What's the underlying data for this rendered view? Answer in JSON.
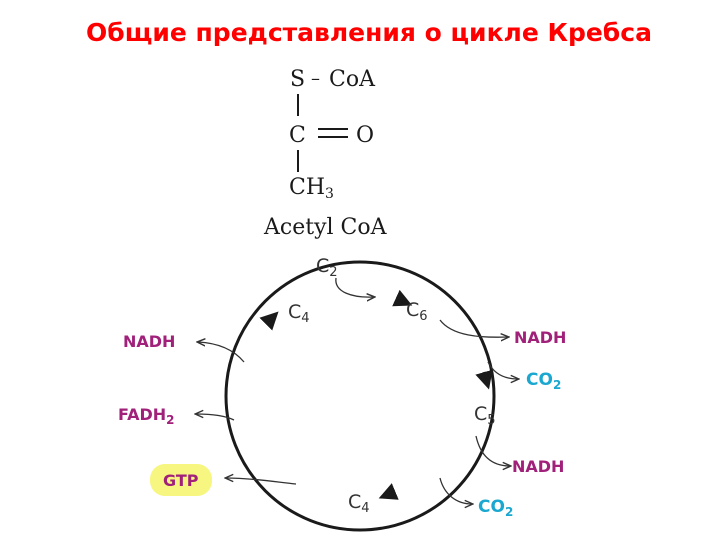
{
  "title": "Общие представления о цикле Кребса",
  "molecule": {
    "sulfur": "S",
    "dash": "–",
    "coa": "CoA",
    "carbon": "C",
    "oxygen": "O",
    "methyl_c": "CH",
    "methyl_sub": "3",
    "name": "Acetyl CoA"
  },
  "cycle": {
    "c2": {
      "main": "C",
      "sub": "2"
    },
    "c6": {
      "main": "C",
      "sub": "6"
    },
    "c5": {
      "main": "C",
      "sub": "5"
    },
    "c4_top": {
      "main": "C",
      "sub": "4"
    },
    "c4_bottom": {
      "main": "C",
      "sub": "4"
    }
  },
  "products": {
    "nadh_1": "NADH",
    "co2_1": {
      "main": "CO",
      "sub": "2"
    },
    "nadh_2": "NADH",
    "co2_2": {
      "main": "CO",
      "sub": "2"
    },
    "nadh_3": "NADH",
    "fadh2": {
      "main": "FADH",
      "sub": "2"
    },
    "gtp": "GTP"
  },
  "colors": {
    "title": "#ff0000",
    "nadh": "#a0207a",
    "co2": "#1aa7d0",
    "gtp_highlight": "#f4f56a",
    "line": "#1a1a1a",
    "arrow": "#333333"
  }
}
